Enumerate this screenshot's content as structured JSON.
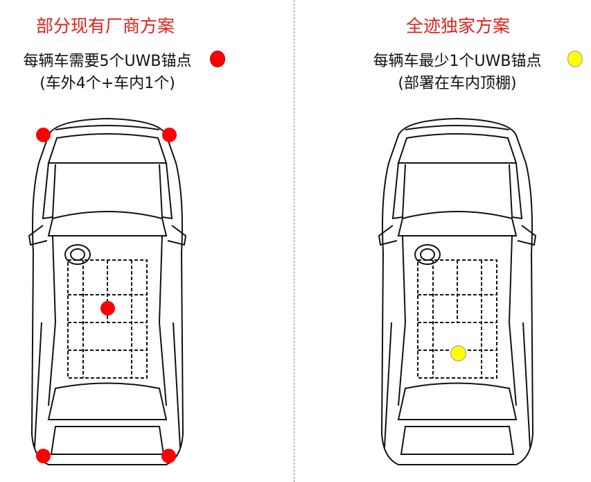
{
  "left": {
    "title": "部分现有厂商方案",
    "line1": "每辆车需要5个UWB锚点",
    "line2": "(车外4个+车内1个)",
    "anchor_color": "#ff0000",
    "anchor_count": 5
  },
  "right": {
    "title": "全迹独家方案",
    "line1": "每辆车最少1个UWB锚点",
    "line2": "(部署在车内顶棚)",
    "anchor_color": "#ffff00",
    "anchor_count": 1
  }
}
